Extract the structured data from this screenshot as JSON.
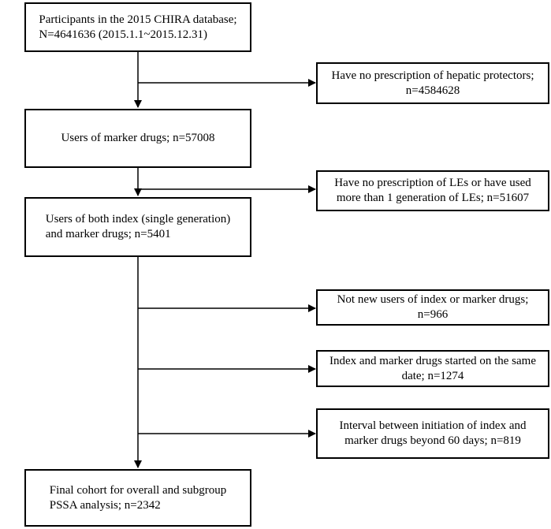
{
  "main_boxes": [
    {
      "id": "participants",
      "text": "Participants in the 2015 CHIRA database;\nN=4641636 (2015.1.1~2015.12.31)"
    },
    {
      "id": "marker-users",
      "text": "Users of marker drugs; n=57008"
    },
    {
      "id": "index-marker-users",
      "text": "Users of both index (single generation)\nand marker drugs; n=5401"
    },
    {
      "id": "final-cohort",
      "text": "Final cohort for overall and subgroup\nPSSA analysis; n=2342"
    }
  ],
  "exclusion_boxes": [
    {
      "id": "no-hepatic-protectors",
      "text": "Have no prescription of hepatic protectors;\nn=4584628"
    },
    {
      "id": "no-les",
      "text": "Have no prescription of LEs or have used\nmore than 1 generation of LEs; n=51607"
    },
    {
      "id": "not-new-users",
      "text": "Not new users of index or marker drugs;\nn=966"
    },
    {
      "id": "same-date",
      "text": "Index and marker drugs started on the same\ndate; n=1274"
    },
    {
      "id": "interval-beyond-60",
      "text": "Interval between initiation of index and\nmarker drugs beyond 60 days; n=819"
    }
  ]
}
